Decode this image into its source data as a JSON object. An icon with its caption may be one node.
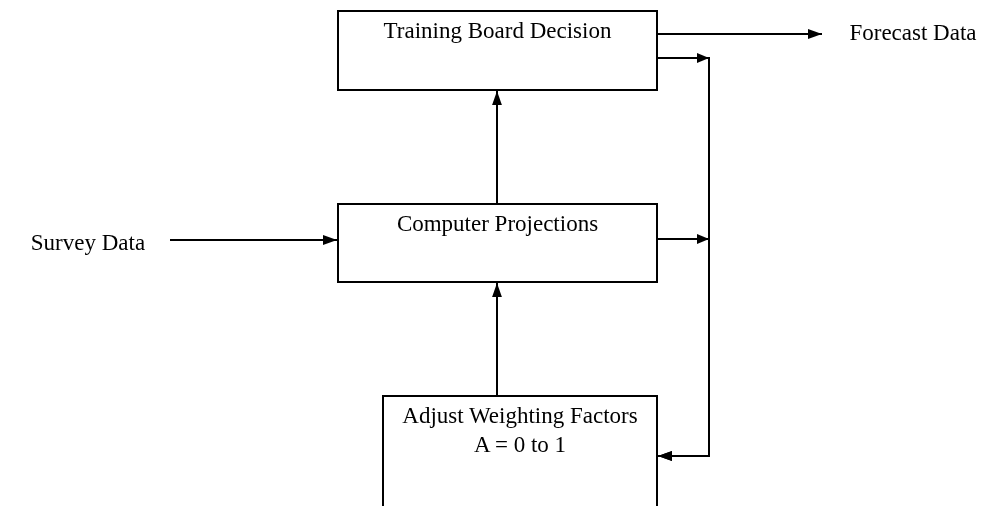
{
  "diagram": {
    "nodes": [
      {
        "text": [
          "Training Board Decision"
        ]
      },
      {
        "text": [
          "Forecast Data"
        ]
      },
      {
        "text": [
          "Survey Data"
        ]
      },
      {
        "text": [
          "Computer Projections"
        ]
      },
      {
        "text": [
          "Adjust Weighting Factors",
          "A = 0 to 1"
        ]
      }
    ],
    "edges": [
      {
        "from": 0,
        "to": 1,
        "arrow": "to"
      },
      {
        "from": 2,
        "to": 3,
        "arrow": "to"
      },
      {
        "from": 3,
        "to": 0,
        "arrow": "to"
      },
      {
        "from": 4,
        "to": 3,
        "arrow": "to"
      },
      {
        "from": 0,
        "to": 4,
        "arrow": "to"
      },
      {
        "from": 3,
        "to": 4,
        "arrow": "to"
      }
    ]
  }
}
